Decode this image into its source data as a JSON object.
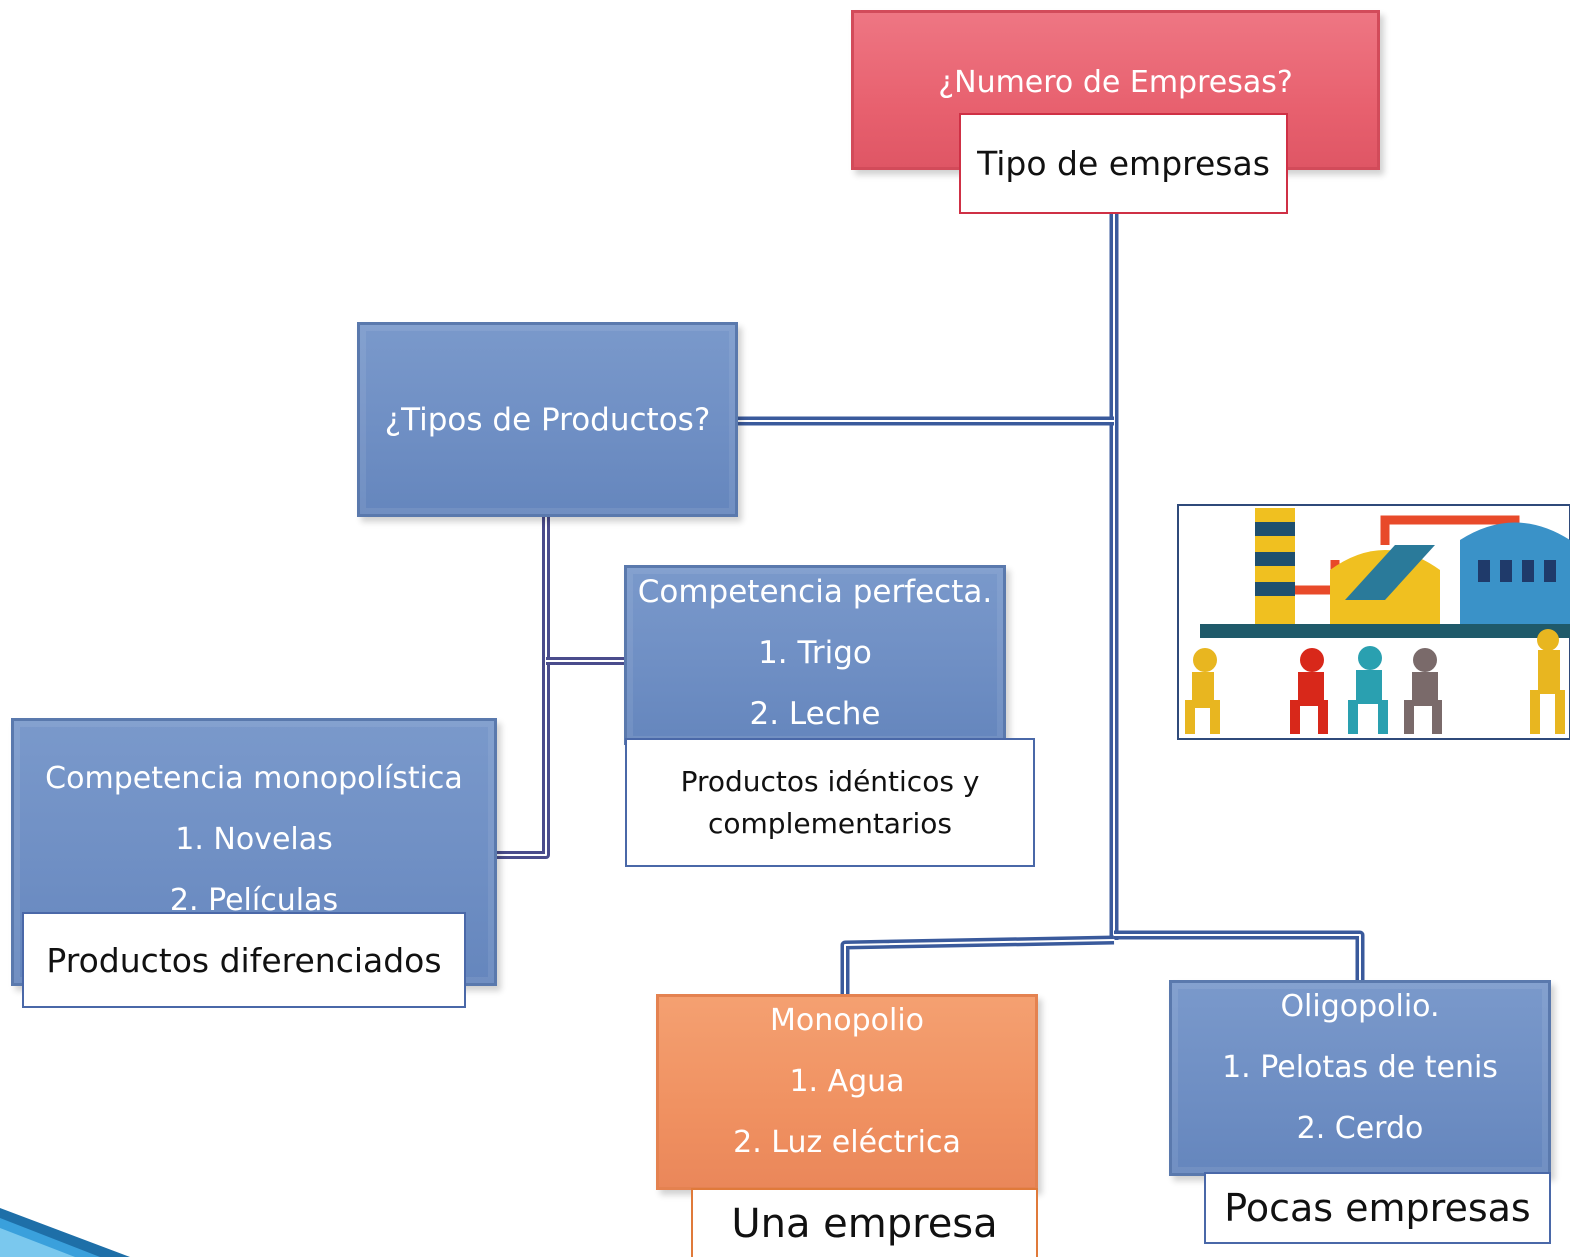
{
  "colors": {
    "blue_box": "#7090c5",
    "red_box": "#e8616f",
    "orange_box": "#f09161",
    "connector": "#3a5a9c",
    "tag_border_blue": "#4a68a8",
    "tag_border_red": "#cf3045",
    "tag_border_orange": "#e07a3a"
  },
  "root": {
    "title": "¿Numero de Empresas?",
    "tag": "Tipo de empresas"
  },
  "products": {
    "title": "¿Tipos de Productos?"
  },
  "perfect": {
    "title": "Competencia perfecta.",
    "item1": "1. Trigo",
    "item2": "2. Leche",
    "tag_line1": "Productos idénticos y",
    "tag_line2": "complementarios"
  },
  "monopolistic": {
    "title": "Competencia monopolística",
    "item1": "1. Novelas",
    "item2": "2. Películas",
    "tag": "Productos diferenciados"
  },
  "monopoly": {
    "title": "Monopolio",
    "item1": "1. Agua",
    "item2": "2. Luz eléctrica",
    "tag": "Una empresa"
  },
  "oligopoly": {
    "title": "Oligopolio.",
    "item1": "1. Pelotas de tenis",
    "item2": "2. Cerdo",
    "tag": "Pocas empresas"
  },
  "illustration": {
    "icon": "factory-on-workers-icon"
  }
}
